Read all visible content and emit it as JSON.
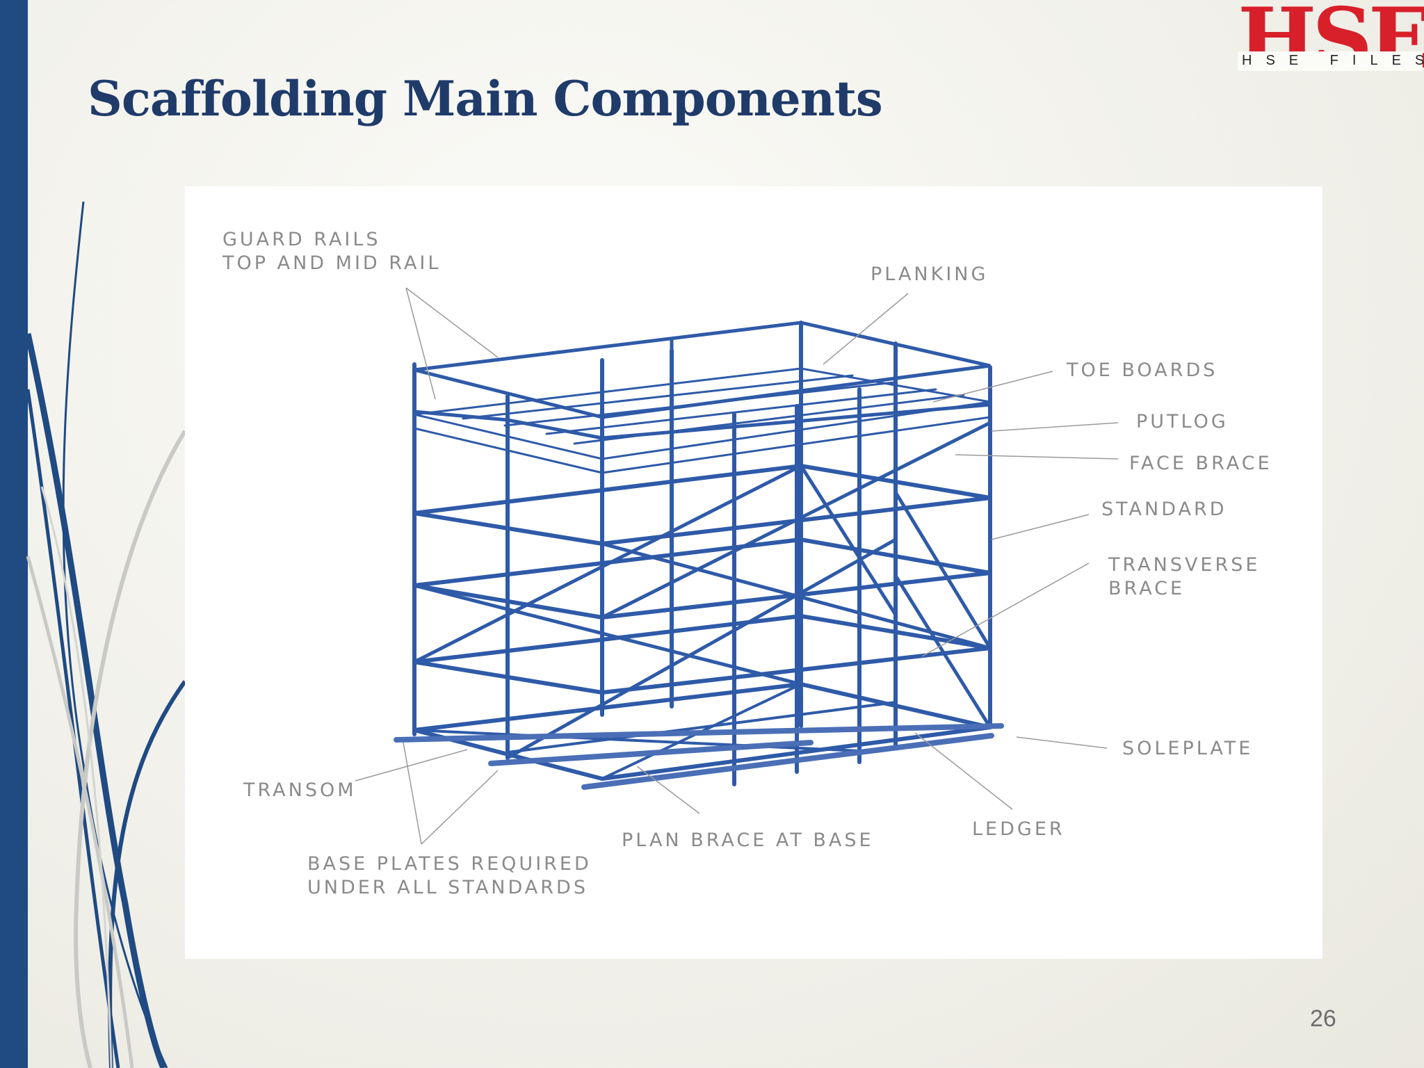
{
  "slide": {
    "title": "Scaffolding Main Components",
    "page_number": "26"
  },
  "logo": {
    "big_text": "HSE",
    "small_text": "HSE FILES"
  },
  "diagram": {
    "labels": {
      "guard_rails_line1": "GUARD RAILS",
      "guard_rails_line2": "TOP AND MID RAIL",
      "planking": "PLANKING",
      "toe_boards": "TOE BOARDS",
      "putlog": "PUTLOG",
      "face_brace": "FACE BRACE",
      "standard": "STANDARD",
      "transverse_brace_line1": "TRANSVERSE",
      "transverse_brace_line2": "BRACE",
      "soleplate": "SOLEPLATE",
      "transom": "TRANSOM",
      "ledger": "LEDGER",
      "plan_brace": "PLAN BRACE AT BASE",
      "base_plates_line1": "BASE PLATES REQUIRED",
      "base_plates_line2": "UNDER ALL STANDARDS"
    }
  },
  "colors": {
    "accent_bar": "#1f4a82",
    "title": "#1f3b6a",
    "logo_red": "#d8202a",
    "scaffold_blue": "#2e5aa8",
    "label_gray": "#8a8a8a"
  }
}
